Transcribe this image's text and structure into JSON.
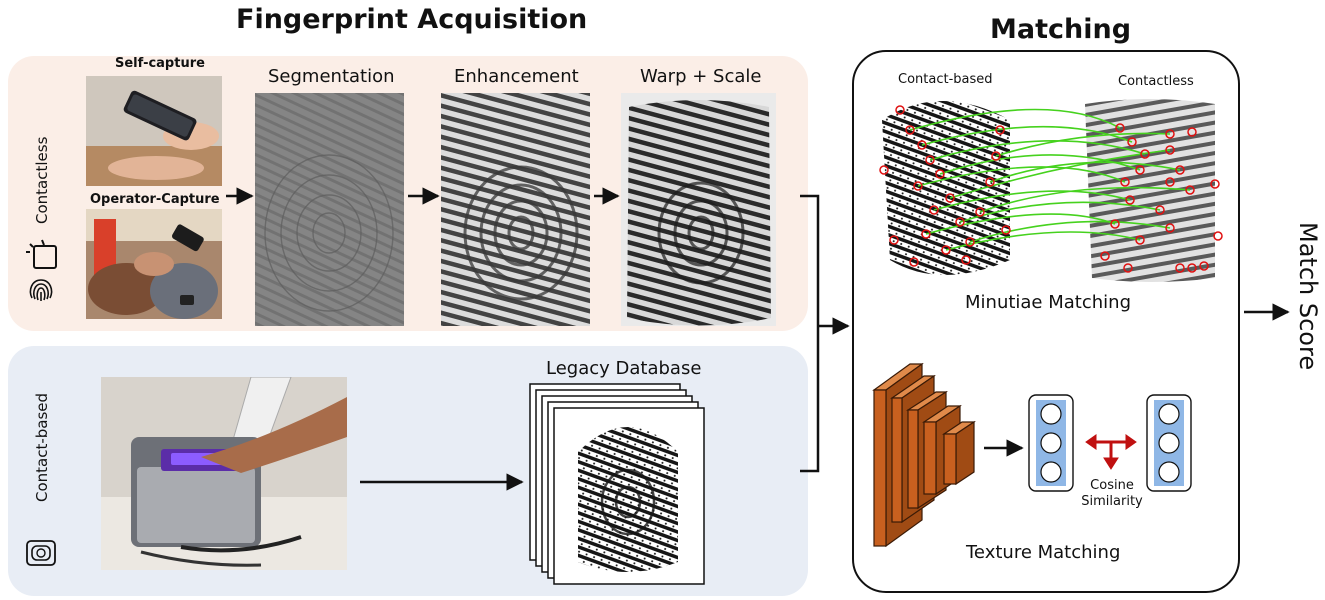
{
  "titles": {
    "acquisition": "Fingerprint Acquisition",
    "matching": "Matching"
  },
  "contactless": {
    "row_label": "Contactless",
    "self_capture_label": "Self-capture",
    "operator_capture_label": "Operator-Capture",
    "stages": [
      "Segmentation",
      "Enhancement",
      "Warp + Scale"
    ]
  },
  "contact_based": {
    "row_label": "Contact-based",
    "database_label": "Legacy Database"
  },
  "matching": {
    "contact_based_label": "Contact-based",
    "contactless_label": "Contactless",
    "minutiae_label": "Minutiae Matching",
    "texture_label": "Texture Matching",
    "cosine_label_1": "Cosine",
    "cosine_label_2": "Similarity",
    "output_label": "Match Score"
  },
  "colors": {
    "contactless_panel": "#fbeee7",
    "contact_panel": "#e8edf5",
    "minutiae_marker": "#e01010",
    "match_line": "#46d21e",
    "cnn_layer": "#c8601f",
    "embedding_cell": "#8fb7e6",
    "cosine_arrow": "#c01010"
  }
}
